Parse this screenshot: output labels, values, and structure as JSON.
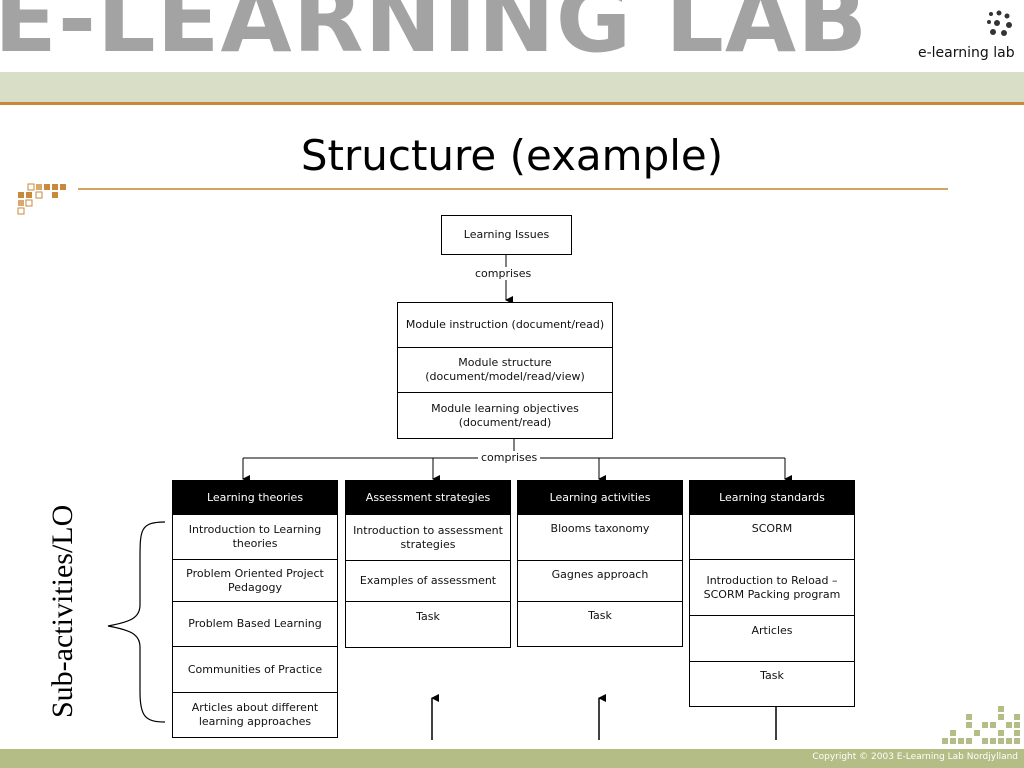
{
  "header": {
    "banner_text": "E-LEARNING LAB",
    "logo_text": "e-learning lab"
  },
  "slide": {
    "title": "Structure (example)",
    "side_label": "Sub-activities/LO"
  },
  "diagram": {
    "root": "Learning Issues",
    "connector_top": "comprises",
    "module_boxes": [
      "Module instruction (document/read)",
      "Module structure (document/model/read/view)",
      "Module learning objectives (document/read)"
    ],
    "connector_mid": "comprises",
    "columns": [
      {
        "header": "Learning theories",
        "items": [
          "Introduction to Learning theories",
          "Problem Oriented Project Pedagogy",
          "Problem Based Learning",
          "Communities of Practice",
          "Articles about different learning approaches"
        ]
      },
      {
        "header": "Assessment strategies",
        "items": [
          "Introduction to assessment strategies",
          "Examples of assessment",
          "Task"
        ]
      },
      {
        "header": "Learning activities",
        "items": [
          "Blooms taxonomy",
          "Gagnes approach",
          "Task"
        ]
      },
      {
        "header": "Learning standards",
        "items": [
          "SCORM",
          "Introduction to Reload – SCORM Packing program",
          "Articles",
          "Task"
        ]
      }
    ]
  },
  "footer": {
    "copyright": "Copyright © 2003 E-Learning Lab Nordjylland"
  },
  "colors": {
    "accent_rule": "#c8893b",
    "header_strip": "#d9dec6",
    "footer_band": "#b4bd85",
    "banner_gray": "#a3a3a3"
  }
}
